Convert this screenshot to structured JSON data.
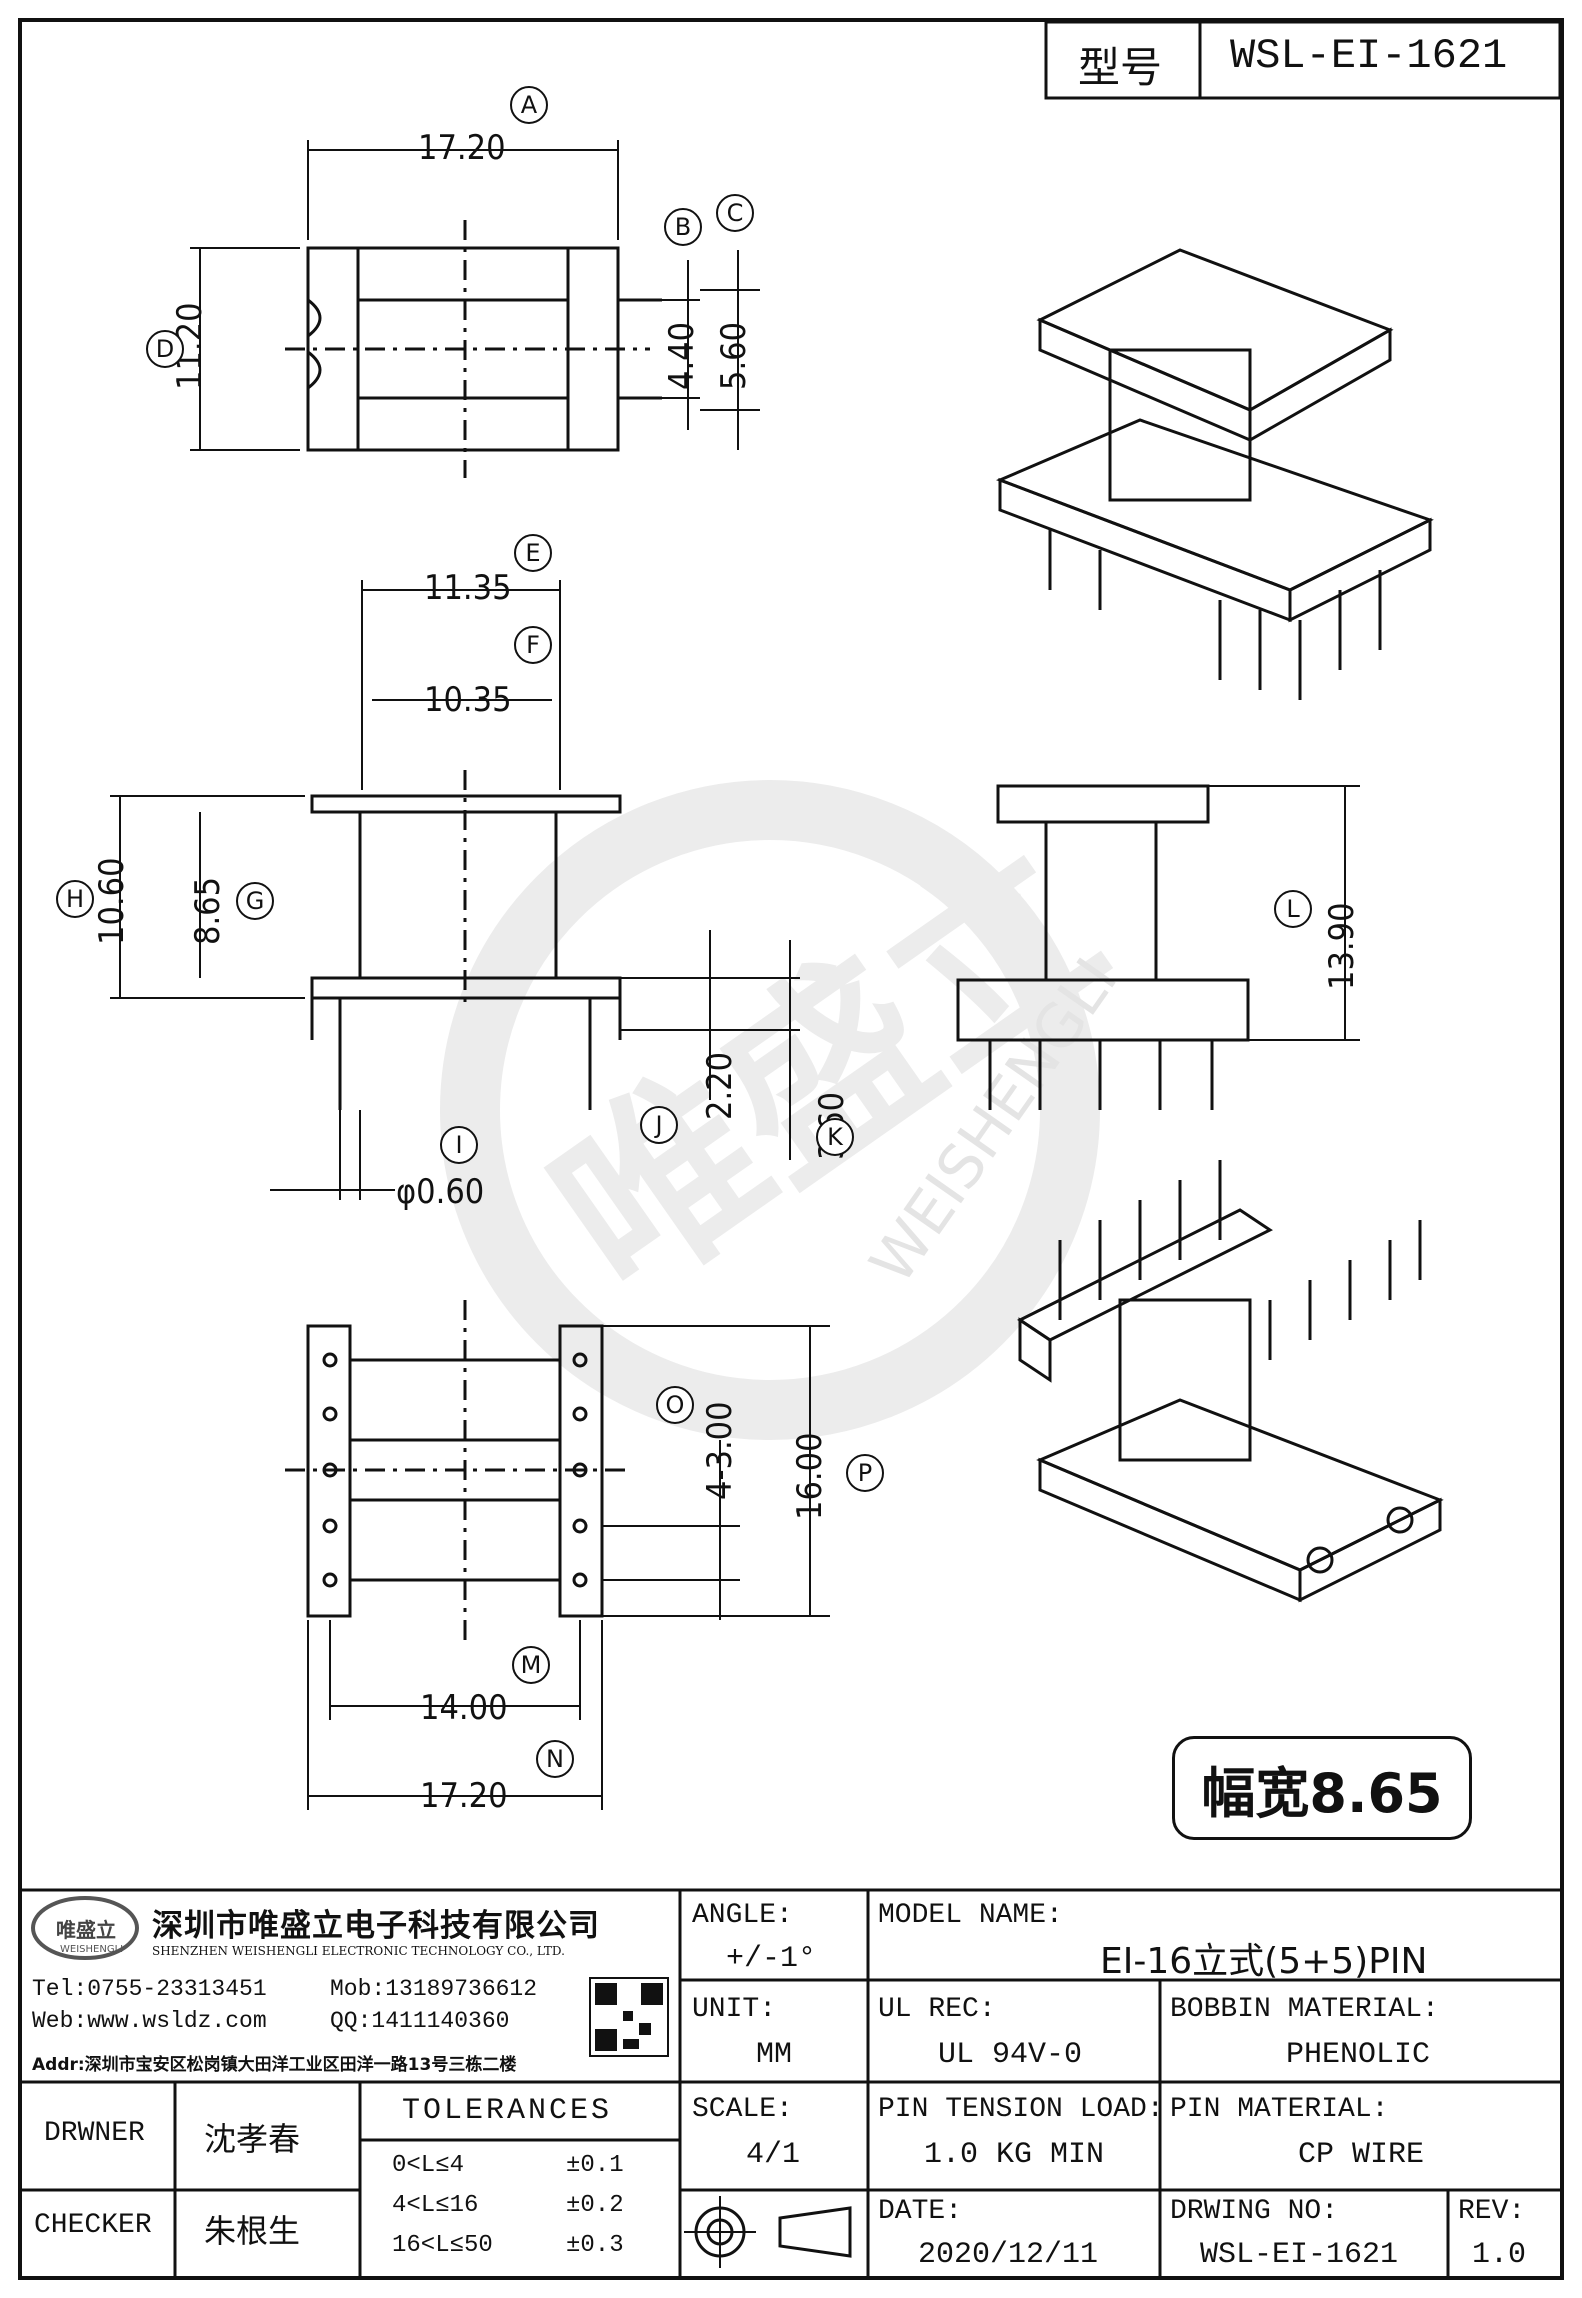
{
  "header": {
    "type_label": "型号",
    "model_code": "WSL-EI-1621"
  },
  "dimensions": {
    "A": "17.20",
    "B": "4.40",
    "C": "5.60",
    "D": "11.20",
    "E": "11.35",
    "F": "10.35",
    "G": "8.65",
    "H": "10.60",
    "I": "φ0.60",
    "J": "2.20",
    "K": "3.60",
    "L": "13.90",
    "M": "14.00",
    "N": "17.20",
    "O": "4-3.00",
    "P": "16.00"
  },
  "callouts": [
    "A",
    "B",
    "C",
    "D",
    "E",
    "F",
    "G",
    "H",
    "I",
    "J",
    "K",
    "L",
    "M",
    "N",
    "O",
    "P"
  ],
  "width_badge": "幅宽8.65",
  "watermark": {
    "brand_cn": "唯盛立",
    "brand_en": "WEISHENGLI"
  },
  "company": {
    "name_cn": "深圳市唯盛立电子科技有限公司",
    "name_en": "SHENZHEN WEISHENGLI ELECTRONIC TECHNOLOGY CO., LTD.",
    "tel": "Tel:0755-23313451",
    "mob": "Mob:13189736612",
    "web": "Web:www.wsldz.com",
    "qq": "QQ:1411140360",
    "addr": "Addr:深圳市宝安区松岗镇大田洋工业区田洋一路13号三栋二楼",
    "logo_text": "唯盛立",
    "logo_sub": "WEISHENGLI"
  },
  "title_block": {
    "drawer_label": "DRWNER",
    "drawer_name": "沈孝春",
    "checker_label": "CHECKER",
    "checker_name": "朱根生",
    "tolerances_title": "TOLERANCES",
    "tolerances": [
      {
        "range": "0<L≤4",
        "value": "±0.1"
      },
      {
        "range": "4<L≤16",
        "value": "±0.2"
      },
      {
        "range": "16<L≤50",
        "value": "±0.3"
      }
    ],
    "angle_label": "ANGLE:",
    "angle_value": "+/-1°",
    "unit_label": "UNIT:",
    "unit_value": "MM",
    "scale_label": "SCALE:",
    "scale_value": "4/1",
    "model_name_label": "MODEL NAME:",
    "model_name_value": "EI-16立式(5+5)PIN",
    "ul_label": "UL REC:",
    "ul_value": "UL 94V-0",
    "bobbin_label": "BOBBIN MATERIAL:",
    "bobbin_value": "PHENOLIC",
    "pin_tension_label": "PIN TENSION LOAD:",
    "pin_tension_value": "1.0 KG MIN",
    "pin_material_label": "PIN MATERIAL:",
    "pin_material_value": "CP WIRE",
    "date_label": "DATE:",
    "date_value": "2020/12/11",
    "drawing_no_label": "DRWING NO:",
    "drawing_no_value": "WSL-EI-1621",
    "rev_label": "REV:",
    "rev_value": "1.0"
  }
}
